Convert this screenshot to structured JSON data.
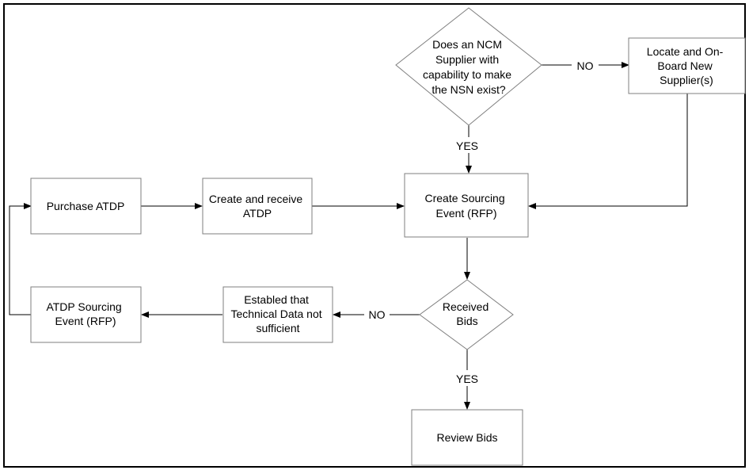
{
  "diagram": {
    "nodes": {
      "decision_supplier": [
        "Does an NCM",
        "Supplier with",
        "capability to make",
        "the NSN exist?"
      ],
      "onboard_supplier": [
        "Locate and On-",
        "Board New",
        "Supplier(s)"
      ],
      "create_sourcing_event": [
        "Create Sourcing",
        "Event (RFP)"
      ],
      "purchase_atdp": [
        "Purchase ATDP"
      ],
      "create_receive_atdp": [
        "Create and receive",
        "ATDP"
      ],
      "received_bids": [
        "Received",
        "Bids"
      ],
      "established_insufficient": [
        "Establed that",
        "Technical Data not",
        "sufficient"
      ],
      "atdp_sourcing_event": [
        "ATDP Sourcing",
        "Event (RFP)"
      ],
      "review_bids": [
        "Review Bids"
      ]
    },
    "edge_labels": {
      "supplier_no": "NO",
      "supplier_yes": "YES",
      "bids_no": "NO",
      "bids_yes": "YES"
    }
  }
}
